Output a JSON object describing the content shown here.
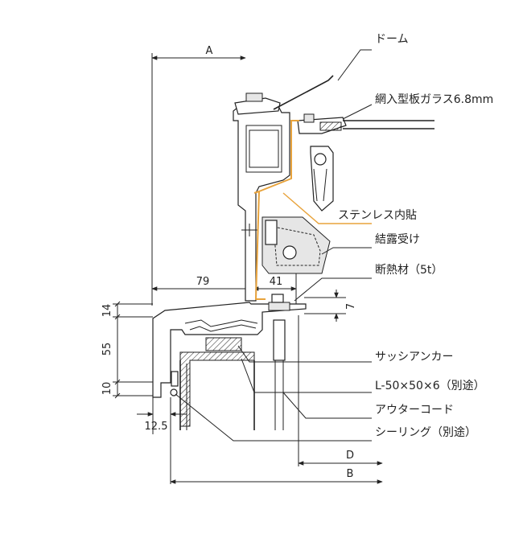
{
  "labels": {
    "dome": "ドーム",
    "glass": "網入型板ガラス6.8mm",
    "stainless": "ステンレス内貼",
    "condensation": "結露受け",
    "insulation": "断熱材（5t）",
    "sash_anchor": "サッシアンカー",
    "angle": "L-50×50×6（別途）",
    "outer_cord": "アウターコード",
    "sealing": "シーリング（別途）"
  },
  "dimensions": {
    "a": "A",
    "b": "B",
    "d": "D",
    "w79": "79",
    "w41": "41",
    "h7": "7",
    "h14": "14",
    "h55": "55",
    "h10": "10",
    "w12_5": "12.5"
  },
  "colors": {
    "line": "#222222",
    "stainless": "#e8a33c",
    "shade": "#e6e6e6"
  }
}
